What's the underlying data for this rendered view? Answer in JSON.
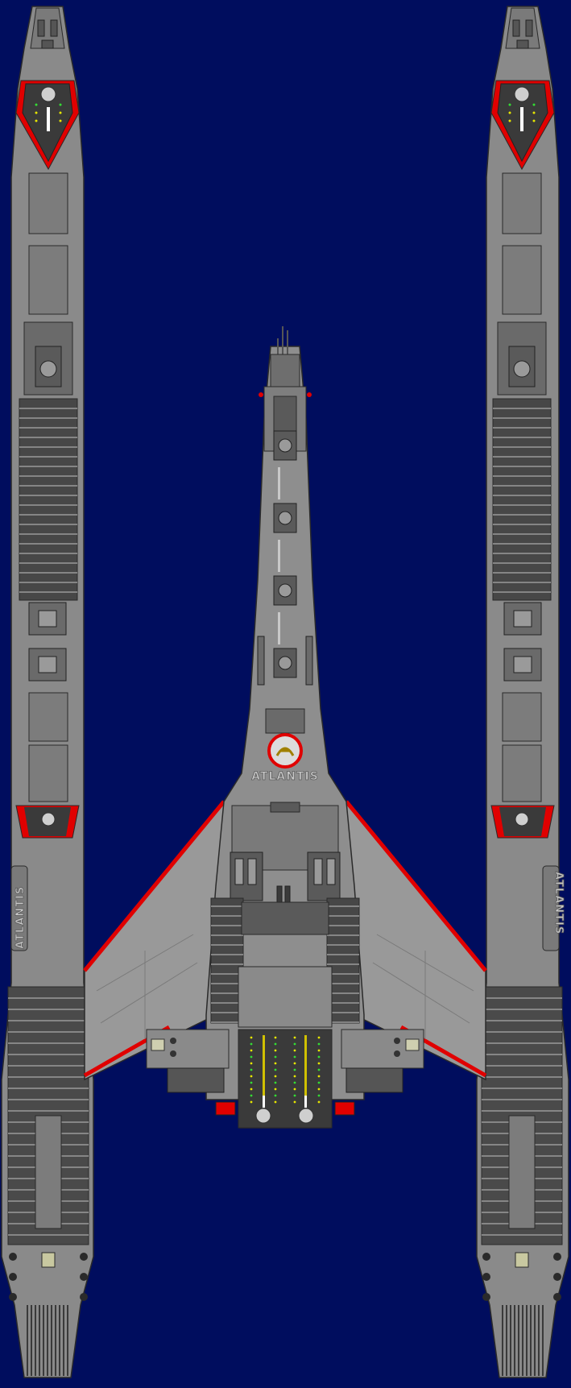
{
  "ship": {
    "name": "ATLANTIS",
    "pod_left_label": "ATLANTIS",
    "pod_right_label": "ATLANTIS"
  },
  "colors": {
    "space": "#000d5e",
    "hull": "#8a8a8a",
    "hull_dark": "#4a4a4a",
    "hull_light": "#a6a6a6",
    "trim": "#e00000",
    "line": "#2a2a2a",
    "light_green": "#33dd33",
    "light_yellow": "#e6e600"
  },
  "icons": {
    "emblem": "phoenix-emblem-icon",
    "hangar_marker": "hangar-emblem-icon"
  }
}
